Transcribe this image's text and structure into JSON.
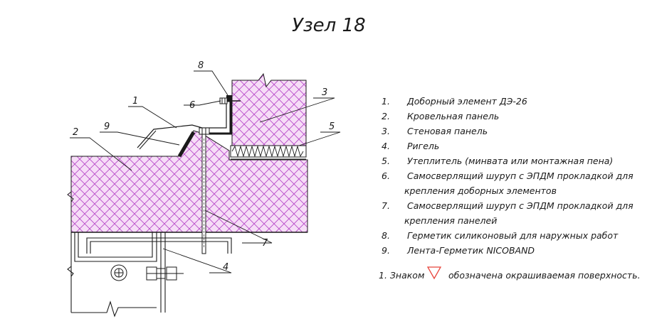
{
  "title": "Узел 18",
  "callouts": [
    "1",
    "2",
    "3",
    "4",
    "5",
    "6",
    "7",
    "8",
    "9"
  ],
  "legend": [
    {
      "num": "1.",
      "lines": [
        "Доборный элемент ДЭ-26"
      ]
    },
    {
      "num": "2.",
      "lines": [
        "Кровельная панель"
      ]
    },
    {
      "num": "3.",
      "lines": [
        "Стеновая панель"
      ]
    },
    {
      "num": "4.",
      "lines": [
        "Ригель"
      ]
    },
    {
      "num": "5.",
      "lines": [
        "Утеплитель (минвата или монтажная пена)"
      ]
    },
    {
      "num": "6.",
      "lines": [
        "Самосверлящий шуруп с ЭПДМ прокладкой для",
        "крепления доборных элементов"
      ]
    },
    {
      "num": "7.",
      "lines": [
        "Самосверлящий шуруп с ЭПДМ прокладкой для",
        "крепления панелей"
      ]
    },
    {
      "num": "8.",
      "lines": [
        "Герметик силиконовый для наружных работ"
      ]
    },
    {
      "num": "9.",
      "lines": [
        "Лента-Герметик NICOBAND"
      ]
    }
  ],
  "note": {
    "prefix": "1. Знаком",
    "suffix": "обозначена окрашиваемая поверхность."
  },
  "colors": {
    "insulation": "#b84bc9",
    "insulation_fill": "#f6ddf7",
    "line": "#1a1a1a",
    "marker": "#e8453c"
  }
}
